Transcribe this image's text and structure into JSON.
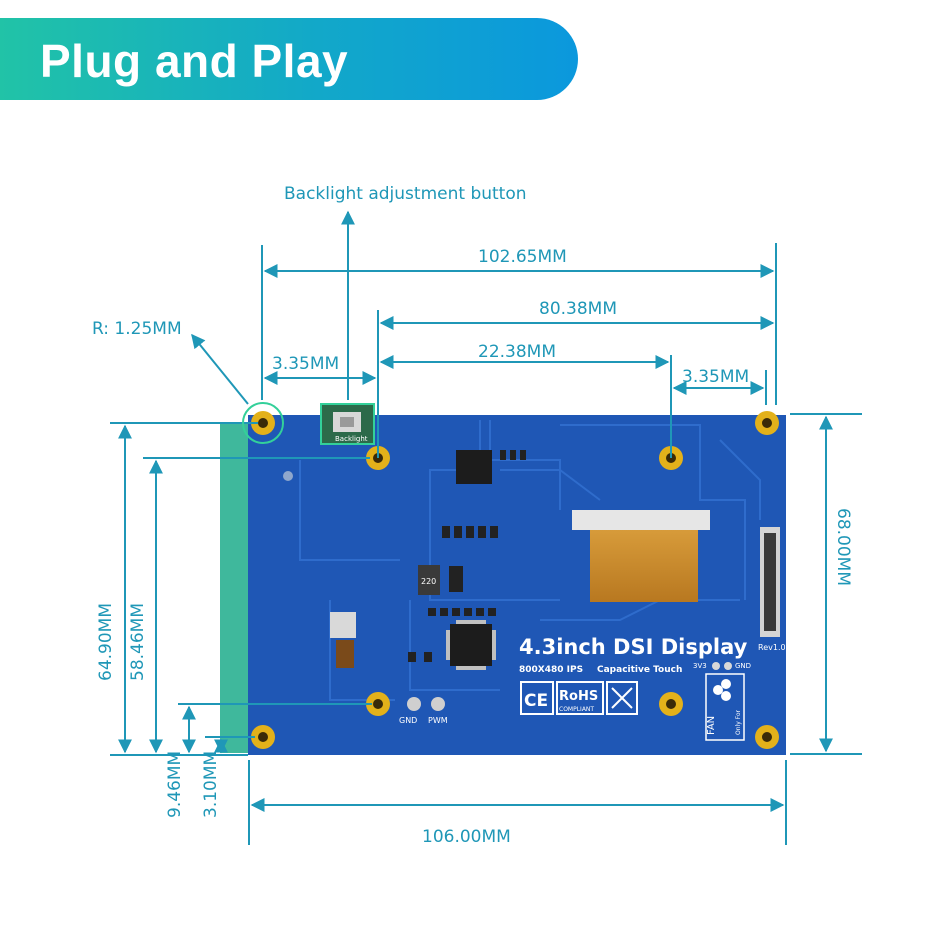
{
  "banner": {
    "title": "Plug and Play"
  },
  "callouts": {
    "backlight_button": "Backlight adjustment button",
    "radius": "R: 1.25MM"
  },
  "dimensions": {
    "width_top_total": "102.65MM",
    "width_top_80": "80.38MM",
    "width_top_22": "22.38MM",
    "left_offset": "3.35MM",
    "right_offset": "3.35MM",
    "height_right": "68.00MM",
    "height_left_64": "64.90MM",
    "height_left_58": "58.46MM",
    "height_left_9": "9.46MM",
    "height_left_3": "3.10MM",
    "width_bottom": "106.00MM"
  },
  "board": {
    "model": "4.3inch DSI Display",
    "spec_resolution": "800X480 IPS",
    "spec_touch": "Capacitive Touch",
    "backlight_label": "Backlight",
    "gnd": "GND",
    "pwm": "PWM",
    "pin_3v3": "3V3",
    "pin_gnd": "GND",
    "ce": "CE",
    "rohs": "RoHS",
    "rohs_sub": "COMPLIANT",
    "fan": "FAN",
    "fan_only": "Only For",
    "rev": "Rev1.0",
    "inductor": "220"
  },
  "colors": {
    "accent": "#1f97b7",
    "board": "#1f57b5",
    "banner_start": "#21c3a7",
    "banner_end": "#0b98dd",
    "mount_hole": "#e3b11a",
    "fpc": "#c9882c"
  }
}
